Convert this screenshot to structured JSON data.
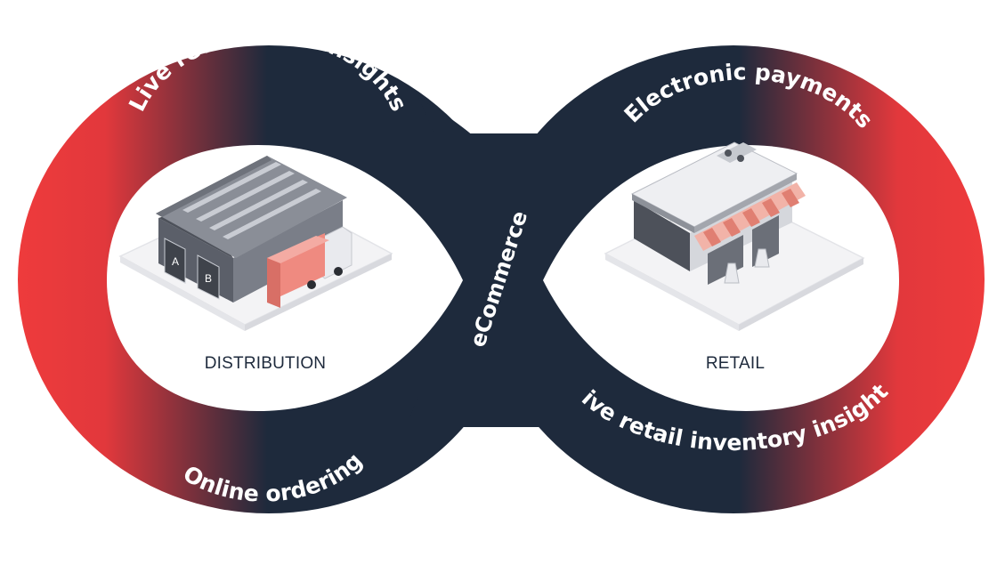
{
  "diagram": {
    "nodes": [
      {
        "id": "distribution",
        "label": "DISTRIBUTION"
      },
      {
        "id": "retail",
        "label": "RETAIL"
      }
    ],
    "center_label": "eCommerce",
    "band_labels": {
      "top_left": "Live retail sales insights",
      "bottom_left": "Online ordering",
      "top_right": "Electronic payments",
      "bottom_right": "Live retail inventory insights"
    },
    "warehouse_doors": [
      "A",
      "B"
    ],
    "colors": {
      "navy": "#1e2a3c",
      "red": "#e8383b",
      "container": "#ef8a80",
      "white": "#ffffff"
    }
  }
}
